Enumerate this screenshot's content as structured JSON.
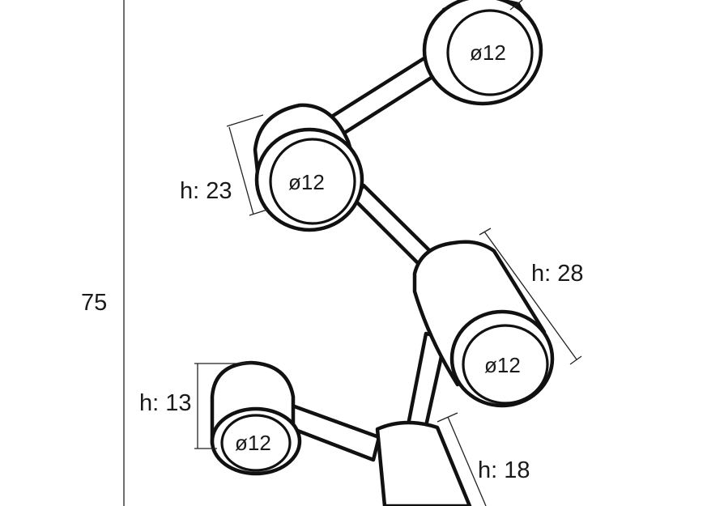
{
  "dimensions": {
    "overall_height": "75",
    "head_1_height": "h: 23",
    "head_2_height": "h: 28",
    "head_3_height": "h: 13",
    "head_4_height": "h: 18"
  },
  "diameters": {
    "head_top": "ø12",
    "head_1": "ø12",
    "head_2": "ø12",
    "head_3": "ø12"
  },
  "colors": {
    "line": "#111111",
    "background": "#ffffff"
  }
}
